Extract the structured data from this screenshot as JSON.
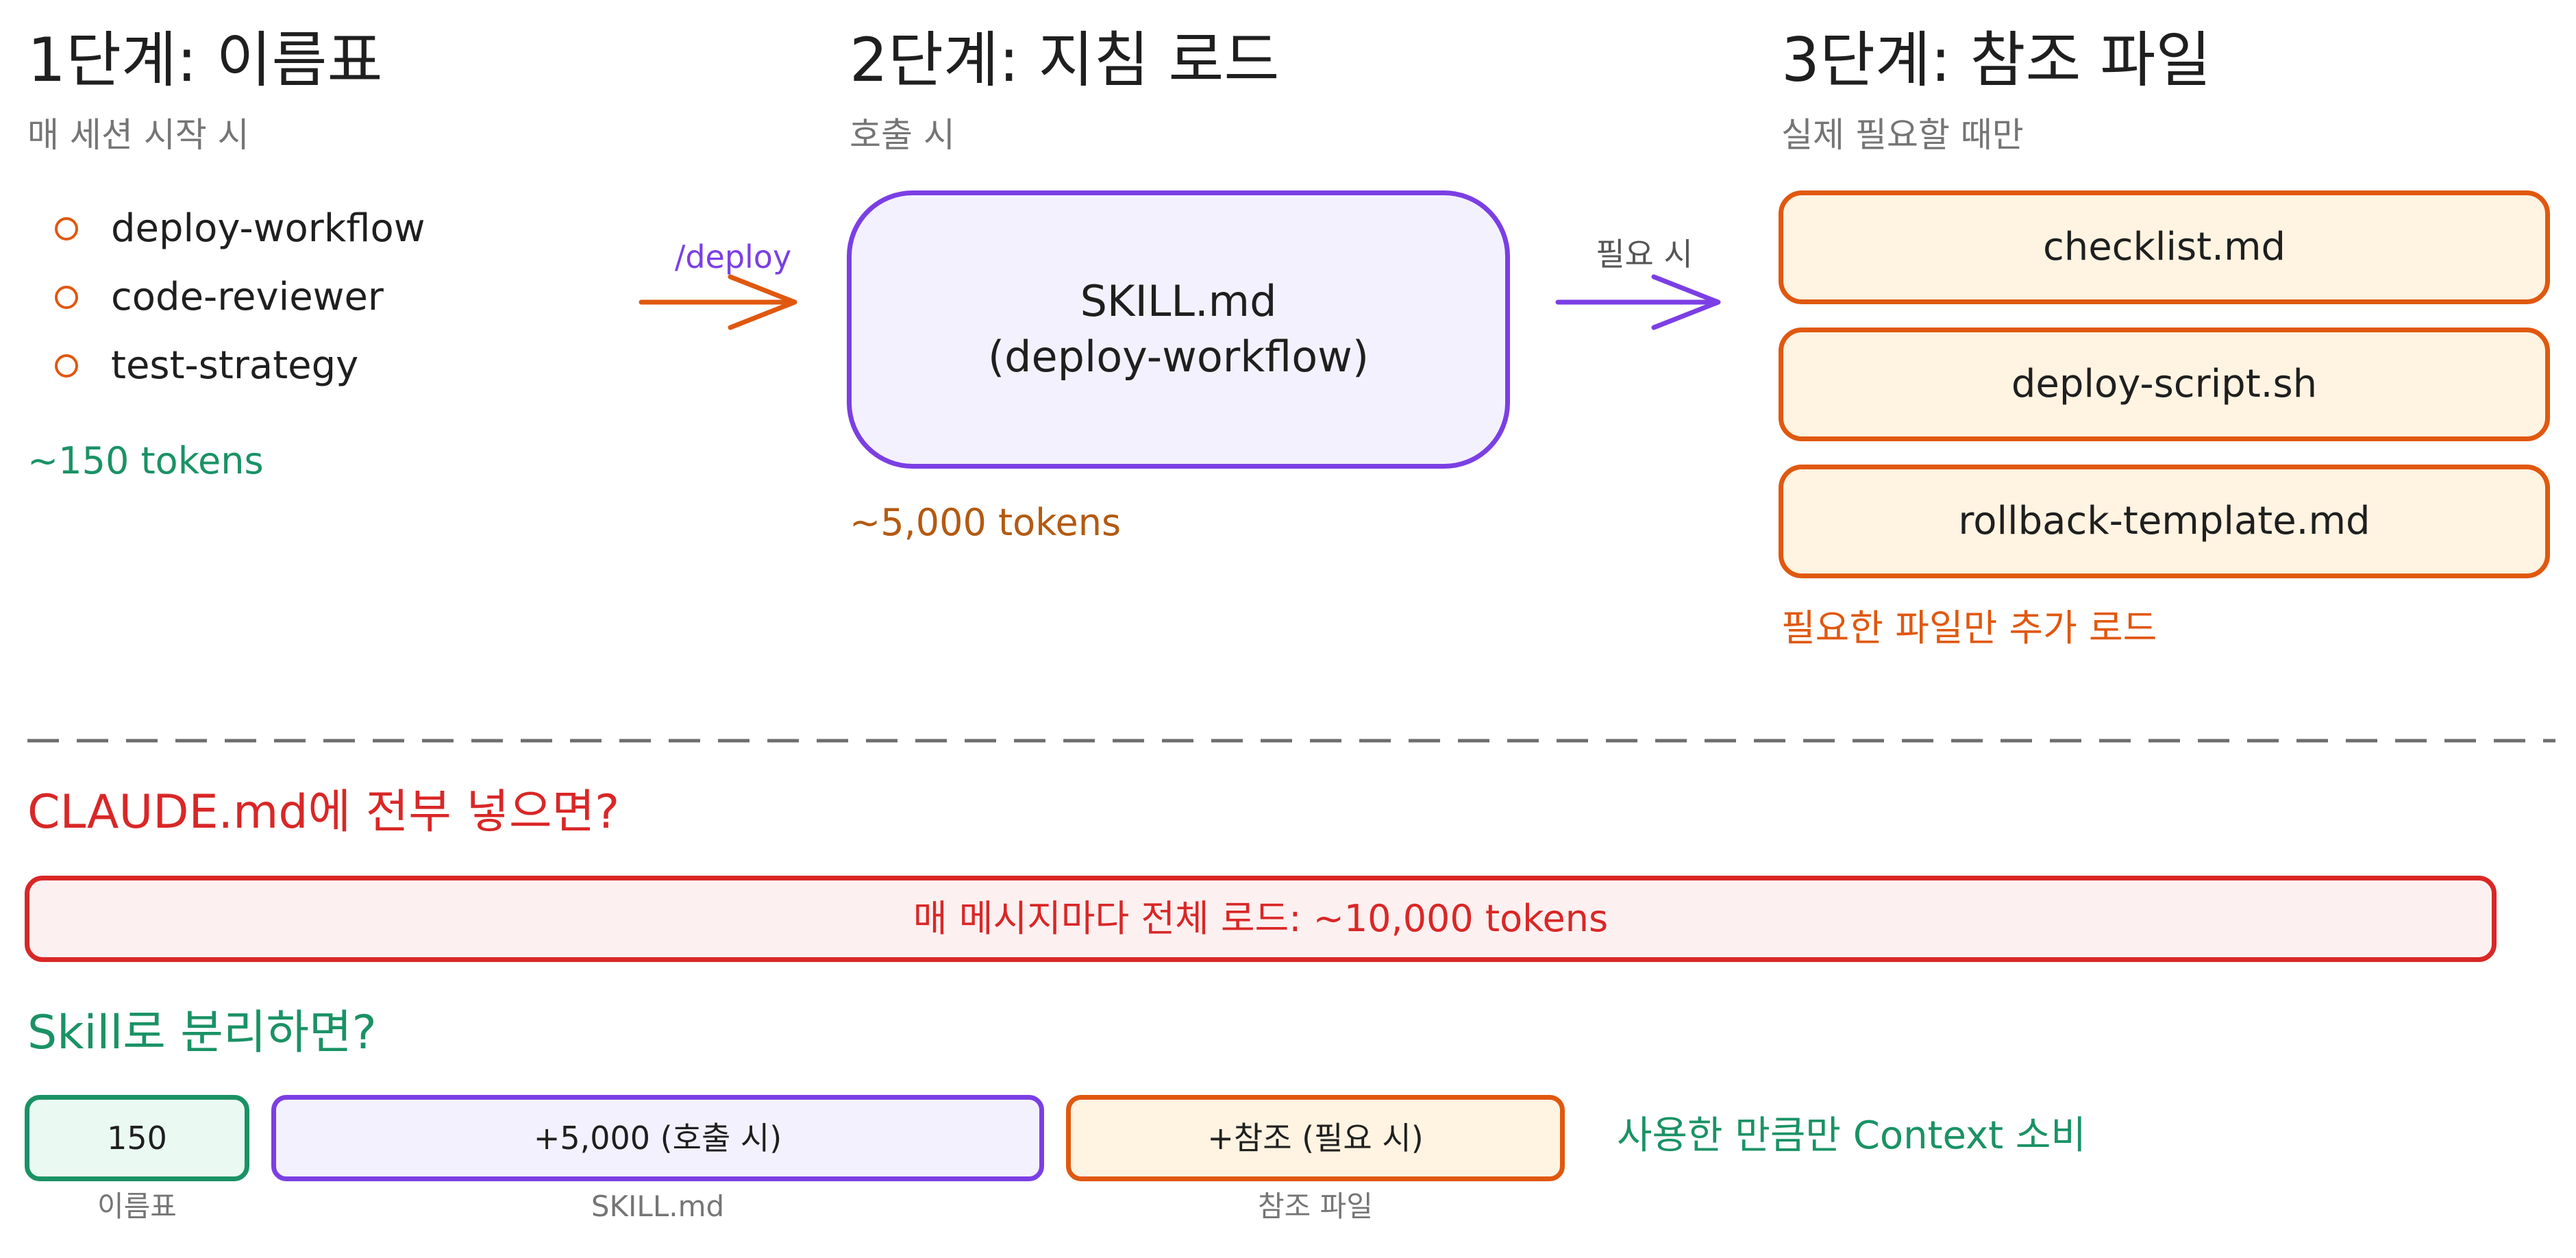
{
  "stages": [
    {
      "title": "1단계: 이름표",
      "subtitle": "매 세션 시작 시"
    },
    {
      "title": "2단계: 지침 로드",
      "subtitle": "호출 시"
    },
    {
      "title": "3단계: 참조 파일",
      "subtitle": "실제 필요할 때만"
    }
  ],
  "stage1": {
    "skills": [
      "deploy-workflow",
      "code-reviewer",
      "test-strategy"
    ],
    "tokens": "~150 tokens"
  },
  "arrow1": {
    "label": "/deploy"
  },
  "stage2": {
    "box_line1": "SKILL.md",
    "box_line2": "(deploy-workflow)",
    "tokens": "~5,000 tokens"
  },
  "arrow2": {
    "label": "필요 시"
  },
  "stage3": {
    "files": [
      "checklist.md",
      "deploy-script.sh",
      "rollback-template.md"
    ],
    "note": "필요한 파일만 추가 로드"
  },
  "claude_section": {
    "heading": "CLAUDE.md에 전부 넣으면?",
    "bar_text": "매 메시지마다 전체 로드: ~10,000 tokens"
  },
  "skill_section": {
    "heading": "Skill로 분리하면?",
    "segments": [
      {
        "value": "150",
        "caption": "이름표"
      },
      {
        "value": "+5,000 (호출 시)",
        "caption": "SKILL.md"
      },
      {
        "value": "+참조 (필요 시)",
        "caption": "참조 파일"
      }
    ],
    "summary": "사용한 만큼만 Context 소비"
  },
  "colors": {
    "purple": "#7b3fe4",
    "orange": "#e0580f",
    "green": "#1a9265",
    "red": "#d92727",
    "brown": "#b35a12",
    "gray": "#757575"
  }
}
